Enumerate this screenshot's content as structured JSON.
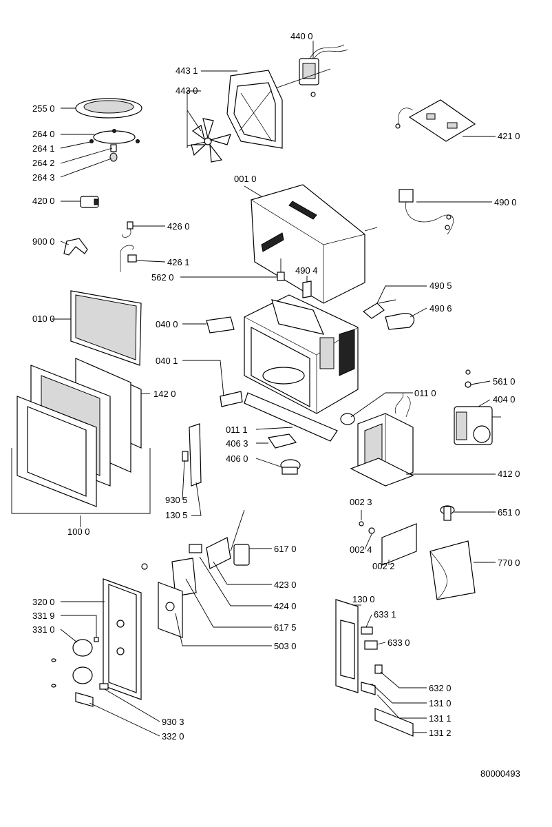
{
  "document": {
    "drawing_number": "80000493"
  },
  "labels": {
    "p4400": "440 0",
    "p4431": "443 1",
    "p4430": "443 0",
    "p2550": "255 0",
    "p2640": "264 0",
    "p2641": "264 1",
    "p2642": "264 2",
    "p2643": "264 3",
    "p4210": "421 0",
    "p0010": "001 0",
    "p4200": "420 0",
    "p4900": "490 0",
    "p4260": "426 0",
    "p9000": "900 0",
    "p4261": "426 1",
    "p4904": "490 4",
    "p5620": "562 0",
    "p4905": "490 5",
    "p4906": "490 6",
    "p0100": "010 0",
    "p0400": "040 0",
    "p0401": "040 1",
    "p1420": "142 0",
    "p5610": "561 0",
    "p4040": "404 0",
    "p0110": "011 0",
    "p0111": "011 1",
    "p4063": "406 3",
    "p4060": "406 0",
    "p4120": "412 0",
    "p9305": "930 5",
    "p1305": "130 5",
    "p1000": "100 0",
    "p0023": "002 3",
    "p6510": "651 0",
    "p0024": "002 4",
    "p0022": "002 2",
    "p7700": "770 0",
    "p6170": "617 0",
    "p4230": "423 0",
    "p4240": "424 0",
    "p6175": "617 5",
    "p5030": "503 0",
    "p3200": "320 0",
    "p3319": "331 9",
    "p3310": "331 0",
    "p1300": "130 0",
    "p6331": "633 1",
    "p6330": "633 0",
    "p6320": "632 0",
    "p1310": "131 0",
    "p1311": "131 1",
    "p1312": "131 2",
    "p9303": "930 3",
    "p3320": "332 0"
  }
}
